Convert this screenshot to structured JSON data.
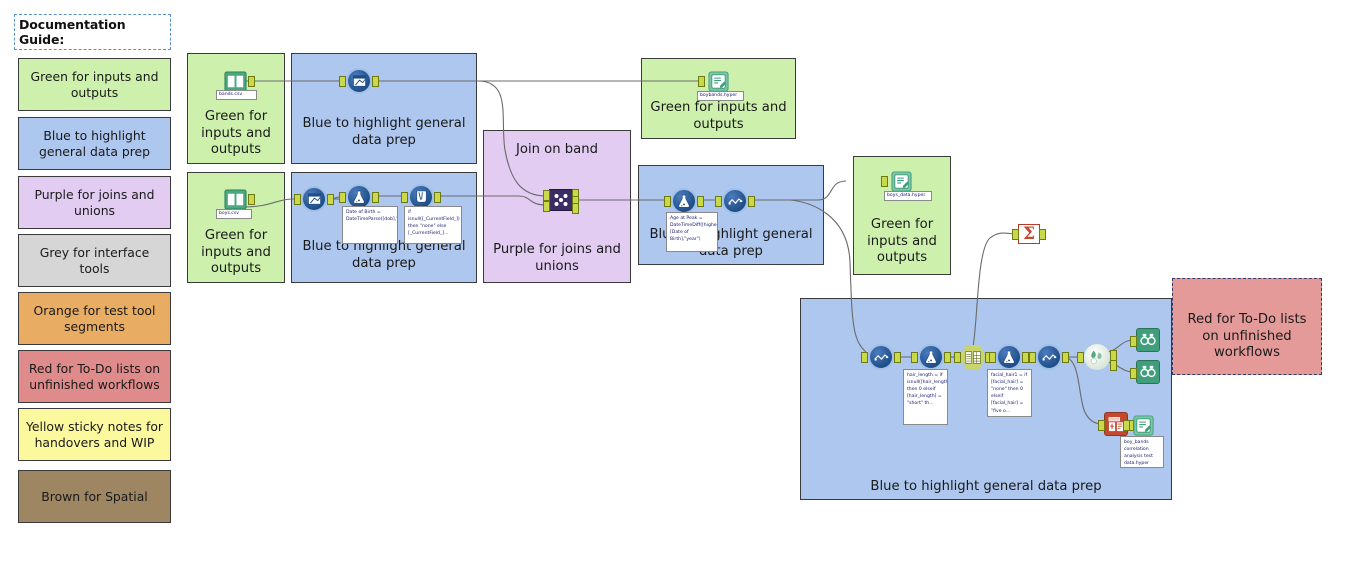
{
  "legend": {
    "header": "Documentation Guide:",
    "items": [
      {
        "name": "legend-green",
        "label": "Green for inputs and outputs",
        "color": "#cdf1ad"
      },
      {
        "name": "legend-blue",
        "label": "Blue to highlight general data prep",
        "color": "#aec7ef"
      },
      {
        "name": "legend-purple",
        "label": "Purple for joins and unions",
        "color": "#e2ccf2"
      },
      {
        "name": "legend-grey",
        "label": "Grey for interface tools",
        "color": "#d6d6d6"
      },
      {
        "name": "legend-orange",
        "label": "Orange for test tool segments",
        "color": "#e8ad63"
      },
      {
        "name": "legend-red",
        "label": "Red for To-Do lists on unfinished workflows",
        "color": "#e08b8b"
      },
      {
        "name": "legend-yellow",
        "label": "Yellow sticky notes for handovers and WIP",
        "color": "#fcf89e"
      },
      {
        "name": "legend-brown",
        "label": "Brown for Spatial",
        "color": "#9e8662"
      }
    ]
  },
  "containers": {
    "green_bands_input": "Green for inputs and outputs",
    "blue_bands_prep": "Blue to highlight general data prep",
    "green_boys_input": "Green for inputs and outputs",
    "blue_boys_prep": "Blue to highlight general data prep",
    "purple_join_title": "Join on band",
    "purple_join": "Purple for joins and unions",
    "green_boybands_out": "Green for inputs and outputs",
    "blue_age_prep": "Blue to highlight general data prep",
    "green_boysdata_out": "Green for inputs and outputs",
    "blue_main_prep": "Blue to highlight general data prep",
    "red_todo": "Red for To-Do lists on unfinished workflows"
  },
  "nodes": {
    "input_bands": {
      "icon": "input-data-icon",
      "label": "bands.csv"
    },
    "input_boys": {
      "icon": "input-data-icon",
      "label": "boys.csv"
    },
    "select_bands": {
      "icon": "select-tool-icon",
      "label": ""
    },
    "select_boys": {
      "icon": "select-tool-icon",
      "label": ""
    },
    "formula_dob": {
      "icon": "formula-tool-icon",
      "label": "",
      "annotation": "Date of Birth = DateTimeParse([dob],\"%m/%d/%Y\")"
    },
    "multifield_null": {
      "icon": "multi-field-formula-icon",
      "label": "",
      "annotation": "if isnull([_CurrentField_]) then \"none\" else [_CurrentField_]..."
    },
    "join_band": {
      "icon": "join-tool-icon",
      "label": ""
    },
    "formula_age": {
      "icon": "formula-tool-icon",
      "label": "",
      "annotation": "Age at Peak = DateTimeDiff([highest_pos_date],[Date of Birth],\"year\")"
    },
    "select_age": {
      "icon": "select-records-icon",
      "label": ""
    },
    "output_boybands": {
      "icon": "output-data-icon",
      "label": "boybands.hyper"
    },
    "output_boysdata": {
      "icon": "output-data-icon",
      "label": "boys_data.hyper"
    },
    "summarize": {
      "icon": "summarize-tool-icon",
      "label": ""
    },
    "select_main": {
      "icon": "select-records-icon",
      "label": ""
    },
    "formula_hair": {
      "icon": "formula-tool-icon",
      "label": "",
      "annotation": "hair_length = if isnull([hair_length]) then 0 elseif [hair_length] = \"short\" th..."
    },
    "crosstab": {
      "icon": "cross-tab-icon",
      "label": ""
    },
    "formula_facial": {
      "icon": "formula-tool-icon",
      "label": "",
      "annotation": "facial_hair1 = if [facial_hair] = \"none\" then 0 elseif [facial_hair] = \"five o..."
    },
    "select_final": {
      "icon": "select-records-icon",
      "label": ""
    },
    "sample_split": {
      "icon": "create-samples-icon",
      "label": ""
    },
    "browse_top": {
      "icon": "browse-tool-icon",
      "label": ""
    },
    "browse_bottom": {
      "icon": "browse-tool-icon",
      "label": ""
    },
    "render_report": {
      "icon": "render-tool-icon",
      "label": ""
    },
    "output_test": {
      "icon": "output-data-icon",
      "label": "boy_bands correlation analysis test data.hyper"
    }
  },
  "palette": {
    "green": "#cdf1ad",
    "blue": "#aec7ef",
    "purple": "#e2ccf2",
    "red": "#e49a99",
    "wire": "#6b6b6b",
    "port": "#c9d94a",
    "node_blue": "#1f4e87",
    "node_green": "#3f9e7c",
    "node_red": "#c4472f",
    "node_purple": "#3b2d63",
    "node_olive": "#c9d46b",
    "canvas": "#ffffff"
  }
}
